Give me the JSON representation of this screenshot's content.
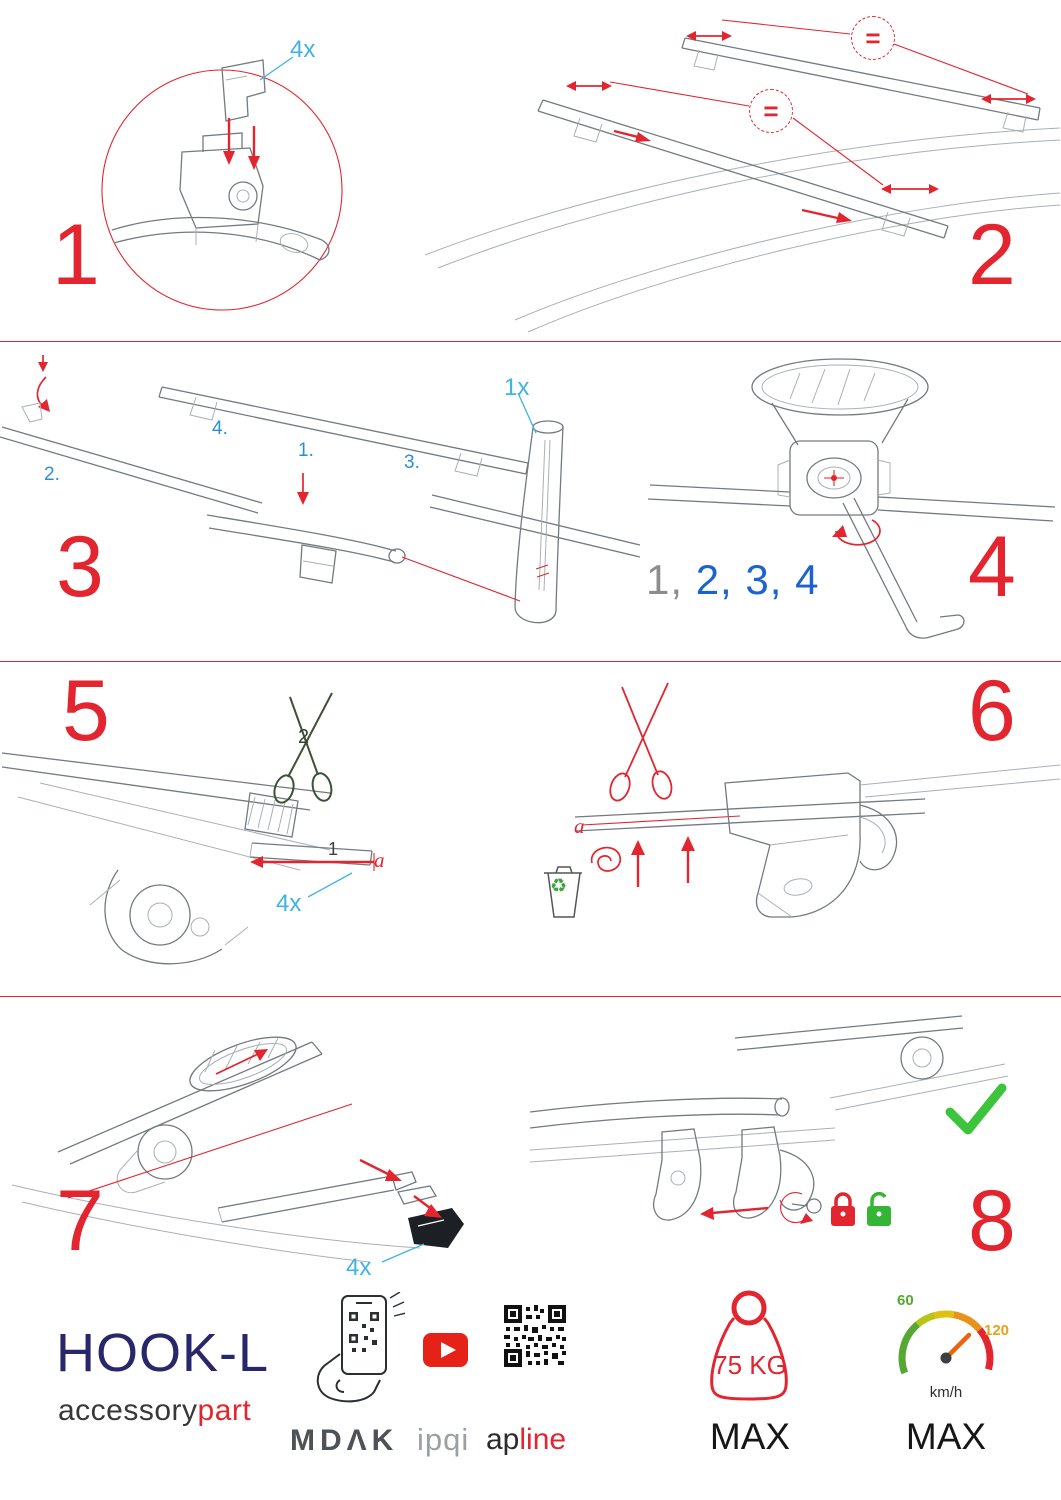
{
  "colors": {
    "accent_red": "#e2252e",
    "label_blue": "#3fb3e3",
    "substep_blue": "#2b8fd6",
    "sequence_blue": "#1b63cf",
    "sequence_gray": "#8c8c8c",
    "brand_navy": "#29276b",
    "success_green": "#3dc43d",
    "unlock_green": "#35b535"
  },
  "steps": {
    "s1": {
      "number": "1",
      "qty": "4x"
    },
    "s2": {
      "number": "2",
      "equal_top": "=",
      "equal_bottom": "="
    },
    "s3": {
      "number": "3",
      "qty": "1x",
      "sub1": "1.",
      "sub2": "2.",
      "sub3": "3.",
      "sub4": "4."
    },
    "s4": {
      "number": "4",
      "seq_first": "1,",
      "seq_rest": " 2, 3, 4"
    },
    "s5": {
      "number": "5",
      "order_cut": "2",
      "order_pull": "1",
      "strap_label": "a",
      "qty": "4x"
    },
    "s6": {
      "number": "6",
      "strap_label": "a"
    },
    "s7": {
      "number": "7",
      "qty": "4x"
    },
    "s8": {
      "number": "8"
    }
  },
  "icons": {
    "recycle": "♻"
  },
  "footer": {
    "product_name": "HOOK-L",
    "brand_prefix": "accessory",
    "brand_suffix": "part",
    "partner_mdak": "MDΛK",
    "partner_ipqi": "ipqi",
    "partner_ap": "ap",
    "partner_line": "line",
    "weight_limit": "75 KG",
    "weight_max": "MAX",
    "speed_low": "60",
    "speed_high": "120",
    "speed_unit": "km/h",
    "speed_max": "MAX"
  }
}
